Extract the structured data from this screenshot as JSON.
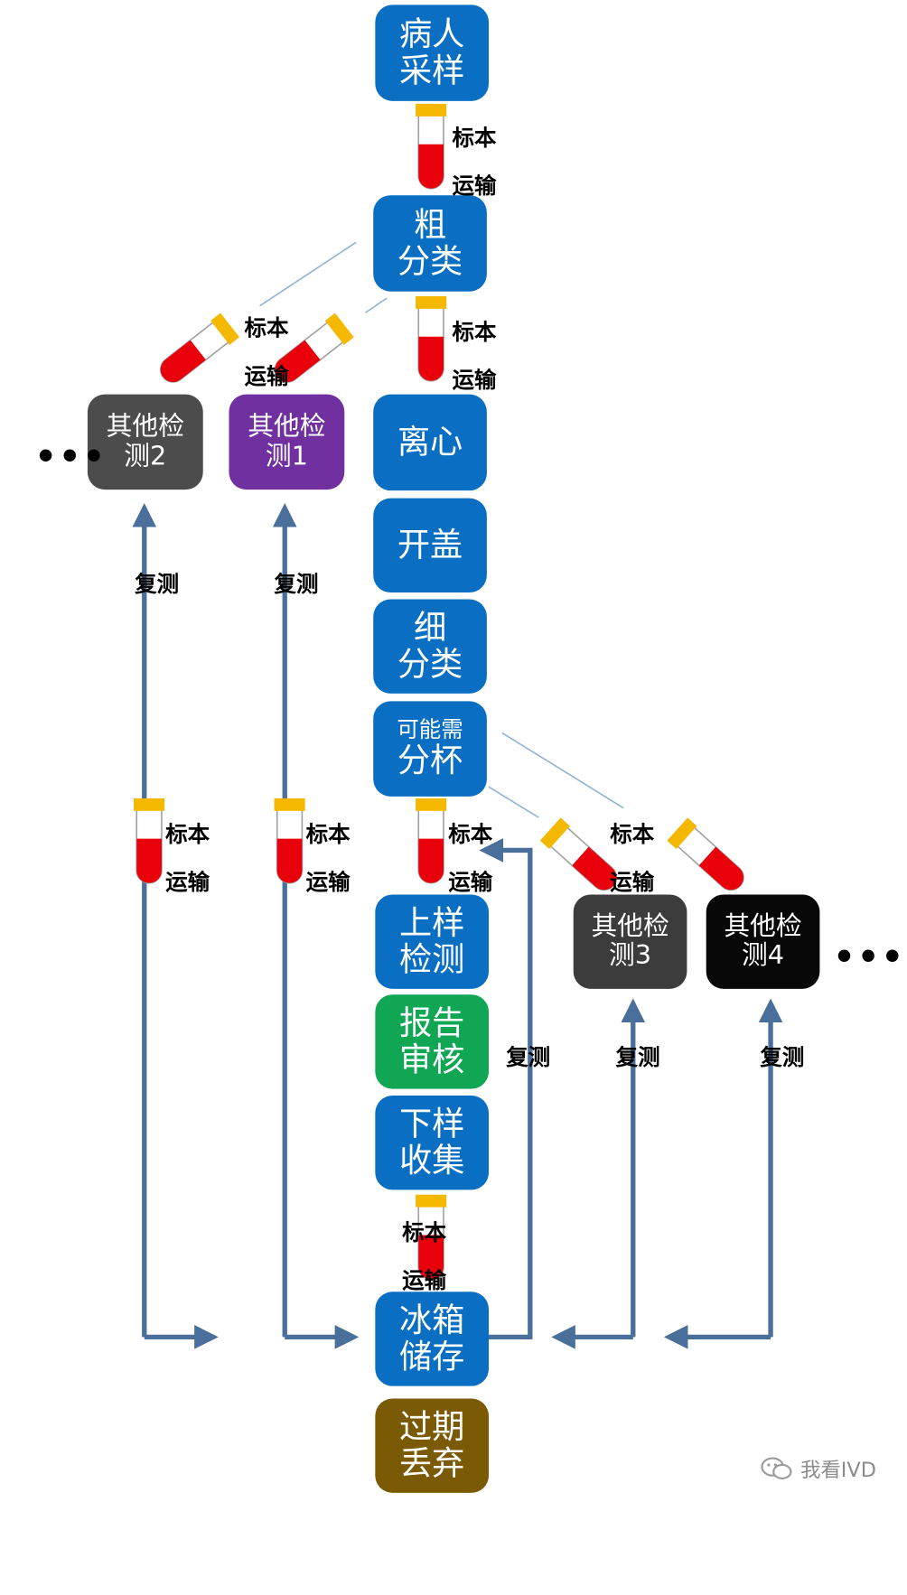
{
  "boxes": {
    "collect": [
      "病人",
      "采样"
    ],
    "coarse": [
      "粗",
      "分类"
    ],
    "centrifuge": [
      "离心"
    ],
    "uncap": [
      "开盖"
    ],
    "fine": [
      "细",
      "分类"
    ],
    "aliquot": [
      "可能需",
      "分杯"
    ],
    "load": [
      "上样",
      "检测"
    ],
    "review": [
      "报告",
      "审核"
    ],
    "unload": [
      "下样",
      "收集"
    ],
    "fridge": [
      "冰箱",
      "储存"
    ],
    "discard": [
      "过期",
      "丢弃"
    ],
    "other1": [
      "其他检",
      "测1"
    ],
    "other2": [
      "其他检",
      "测2"
    ],
    "other3": [
      "其他检",
      "测3"
    ],
    "other4": [
      "其他检",
      "测4"
    ]
  },
  "labels": {
    "specimen": "标本",
    "transport": "运输",
    "retest": "复测",
    "more": "•••"
  },
  "watermark": "我看IVD",
  "colors": {
    "process": "#0a6fc2",
    "review": "#10a653",
    "discard": "#7b5a06",
    "other1": "#7030a0",
    "other2": "#4c4c4c",
    "other3": "#3c3c3c",
    "other4": "#080808",
    "arrow": "#4a6f9a",
    "tube_cap": "#f5b800",
    "tube_blood": "#e8000b"
  }
}
